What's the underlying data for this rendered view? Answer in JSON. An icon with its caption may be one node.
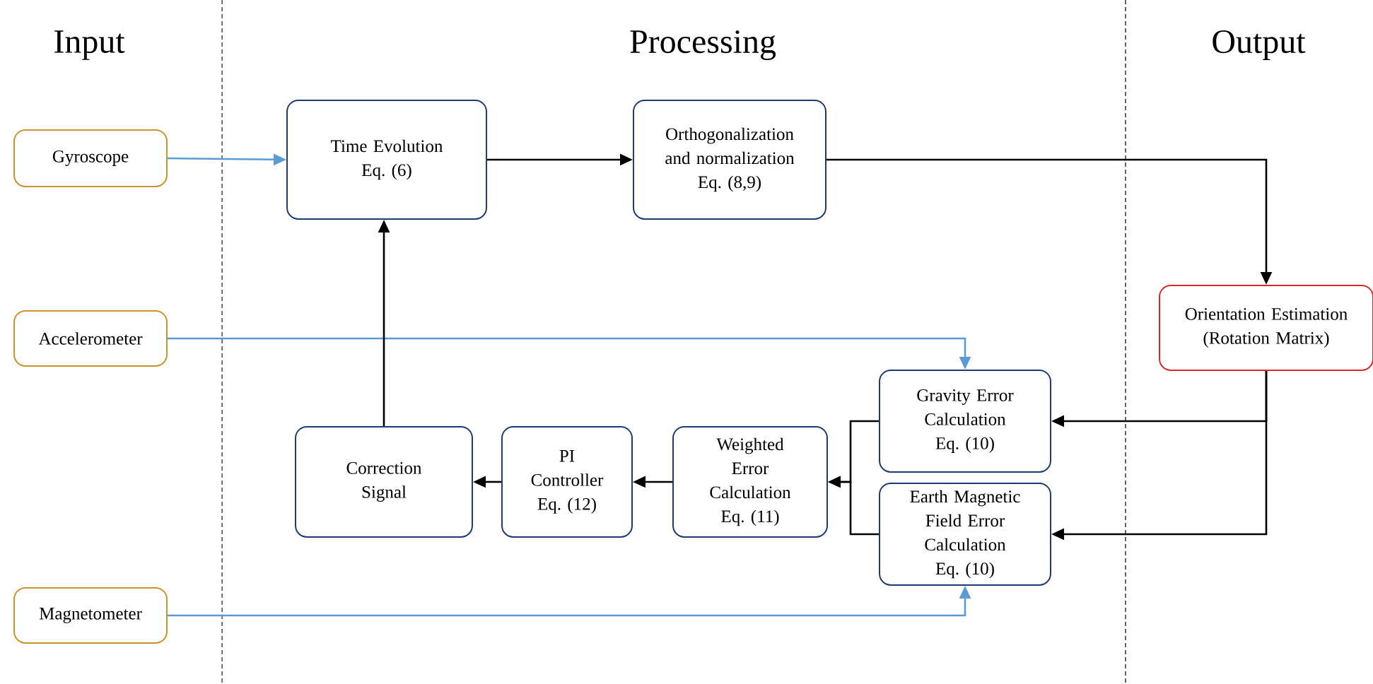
{
  "diagram": {
    "nodes": [
      {
        "text": [
          "Gyroscope"
        ]
      },
      {
        "text": [
          "Accelerometer"
        ]
      },
      {
        "text": [
          "Magnetometer"
        ]
      },
      {
        "text": [
          "Time Evolution Eq. (6)"
        ]
      },
      {
        "text": [
          "Orthogonalization and normalization Eq. (8,9)"
        ]
      },
      {
        "text": [
          "Orientation Estimation (Rotation Matrix)"
        ]
      },
      {
        "text": [
          "Gravity Error Calculation Eq. (10)"
        ]
      },
      {
        "text": [
          "Earth Magnetic Field Error Calculation Eq. (10)"
        ]
      },
      {
        "text": [
          "Weighted Error Calculation Eq. (11)"
        ]
      },
      {
        "text": [
          "PI Controller Eq. (12)"
        ]
      },
      {
        "text": [
          "Correction Signal"
        ]
      }
    ],
    "edges": [
      {
        "from": 0,
        "to": 3,
        "arrow": "to",
        "color": "#5b9bd5"
      },
      {
        "from": 3,
        "to": 4,
        "arrow": "to"
      },
      {
        "from": 4,
        "to": 5,
        "arrow": "to"
      },
      {
        "from": 1,
        "to": 6,
        "arrow": "to",
        "color": "#5b9bd5"
      },
      {
        "from": 5,
        "to": 6,
        "arrow": "to"
      },
      {
        "from": 5,
        "to": 7,
        "arrow": "to"
      },
      {
        "from": 2,
        "to": 7,
        "arrow": "to",
        "color": "#5b9bd5"
      },
      {
        "from": 6,
        "to": 8,
        "arrow": "to"
      },
      {
        "from": 7,
        "to": 8,
        "arrow": "to"
      },
      {
        "from": 8,
        "to": 9,
        "arrow": "to"
      },
      {
        "from": 9,
        "to": 10,
        "arrow": "to"
      },
      {
        "from": 10,
        "to": 3,
        "arrow": "to"
      }
    ],
    "labels": [
      "Input",
      "Processing",
      "Output"
    ]
  }
}
